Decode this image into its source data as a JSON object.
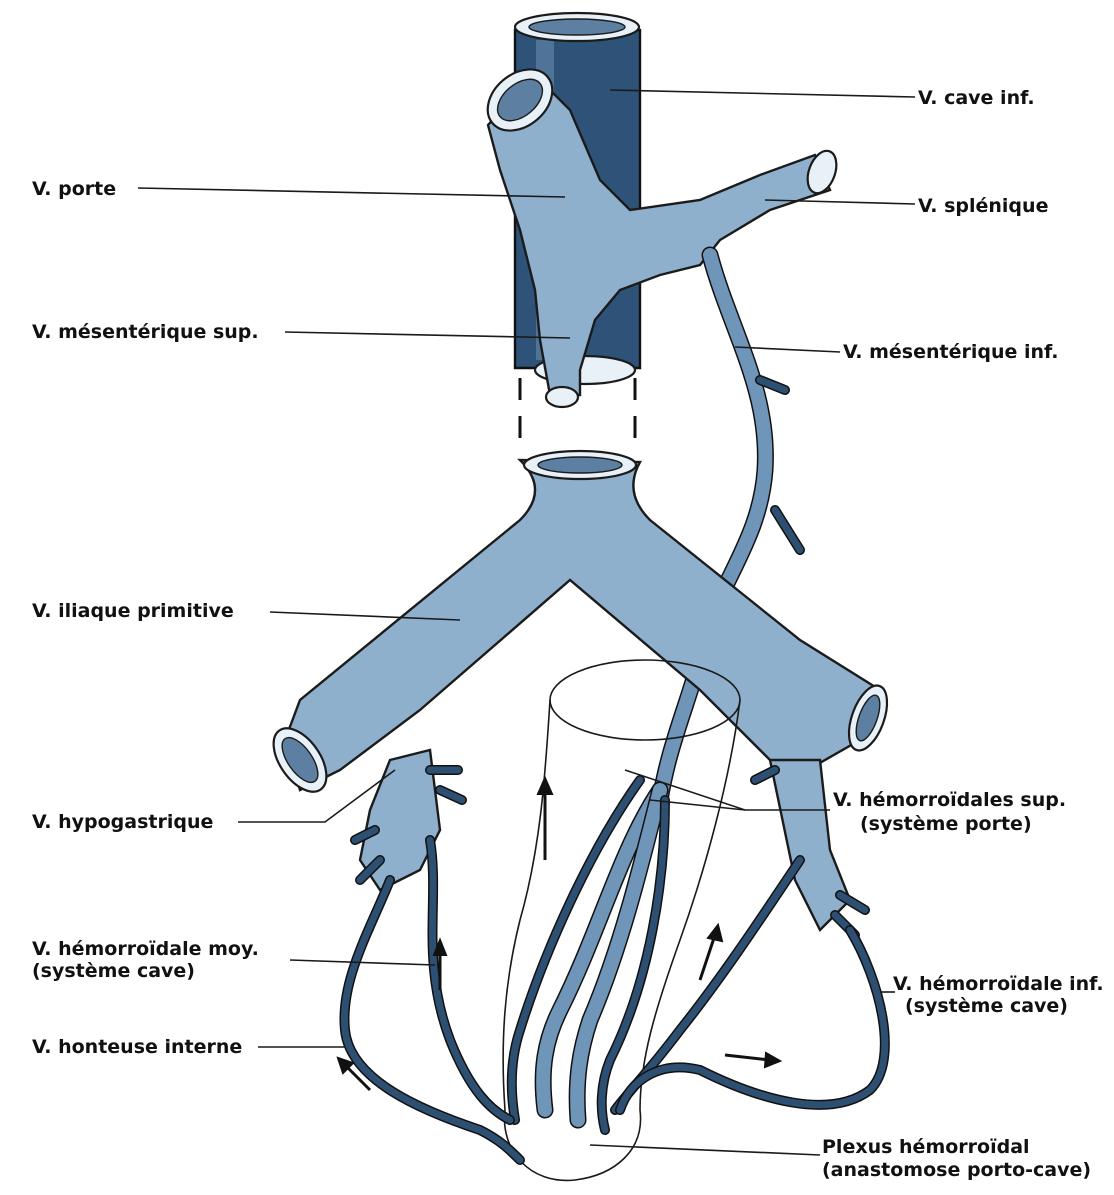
{
  "labels": {
    "cave_inf": "V. cave inf.",
    "porte": "V. porte",
    "splenique": "V. splénique",
    "mesenterique_sup": "V. mésentérique sup.",
    "mesenterique_inf": "V. mésentérique inf.",
    "iliaque_primitive": "V. iliaque primitive",
    "hypogastrique": "V. hypogastrique",
    "hemorroidales_sup_1": "V. hémorroïdales sup.",
    "hemorroidales_sup_2": "(système porte)",
    "hemorroidale_moy_1": "V. hémorroïdale moy.",
    "hemorroidale_moy_2": "(système cave)",
    "hemorroidale_inf_1": "V. hémorroïdale inf.",
    "hemorroidale_inf_2": "(système cave)",
    "honteuse_interne": "V. honteuse interne",
    "plexus_1": "Plexus hémorroïdal",
    "plexus_2": "(anastomose porto-cave)"
  },
  "colors": {
    "vein_fill": "#8fb0cc",
    "vein_dark": "#2f5378",
    "outline": "#1b1b1b",
    "background": "#ffffff"
  }
}
